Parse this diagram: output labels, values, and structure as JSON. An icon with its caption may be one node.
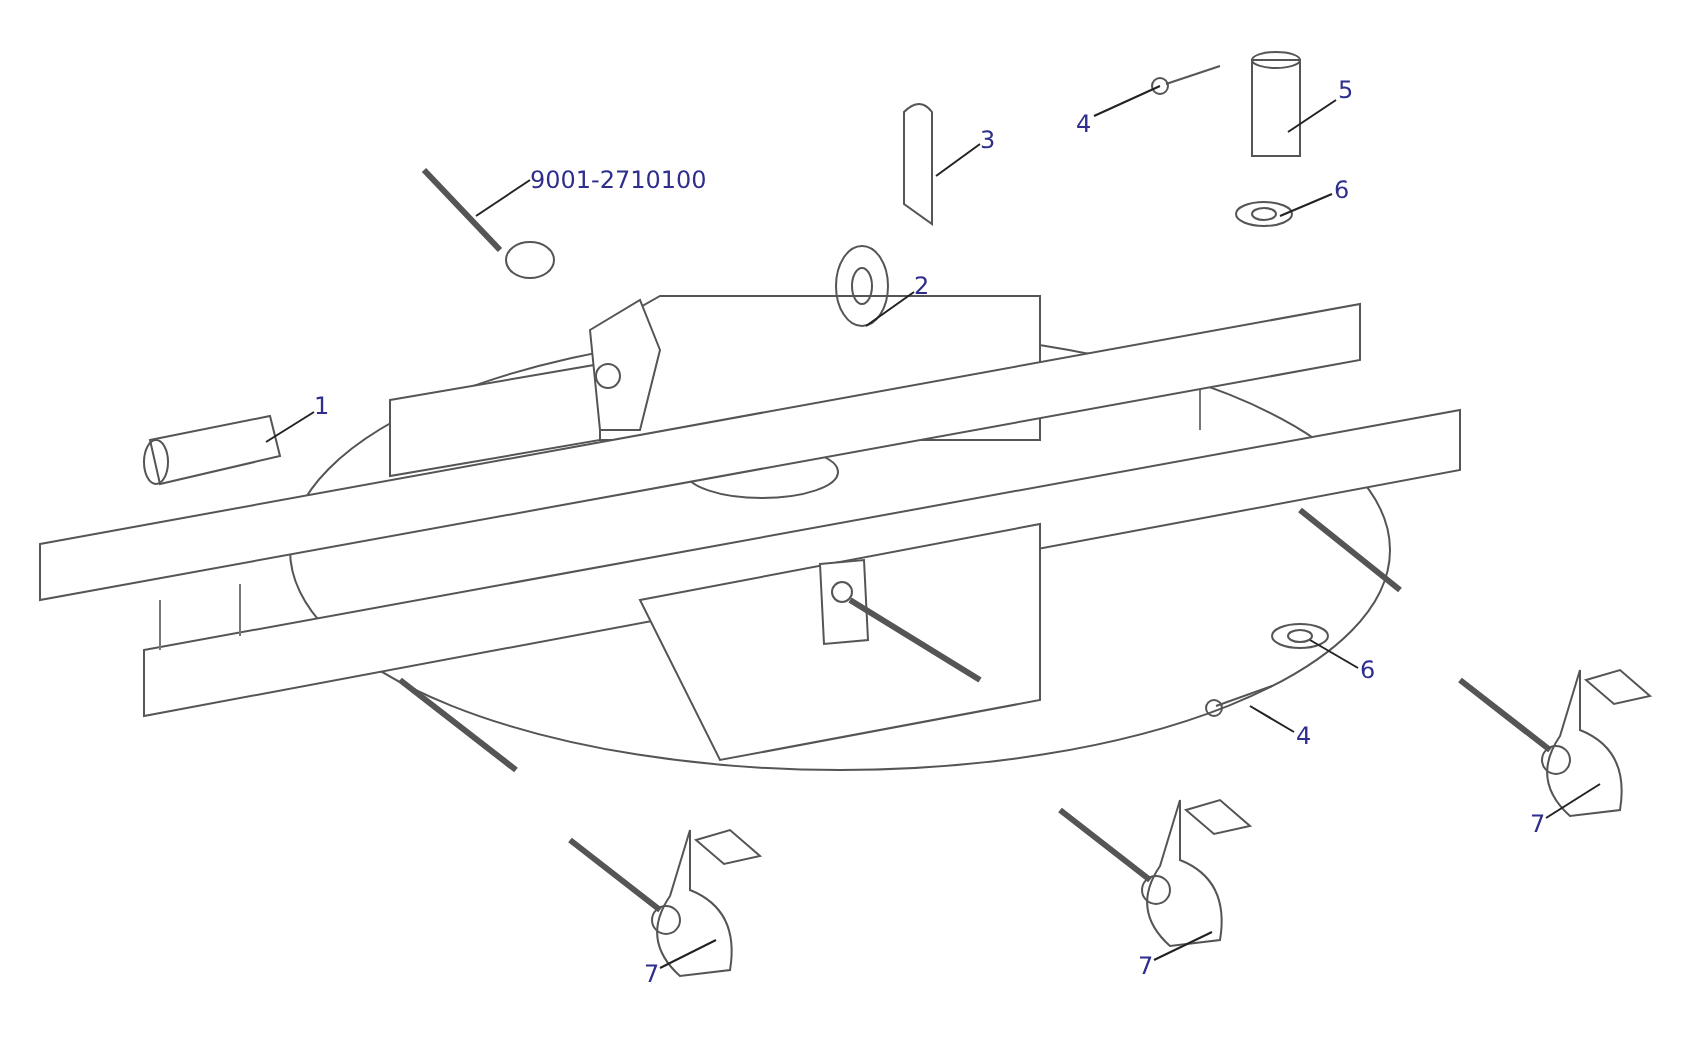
{
  "diagram": {
    "nodes": [
      {
        "text": [
          "5"
        ]
      },
      {
        "text": [
          "4"
        ]
      },
      {
        "text": [
          "3"
        ]
      },
      {
        "text": [
          "6"
        ]
      },
      {
        "text": [
          "9001-2710100"
        ]
      },
      {
        "text": [
          "2"
        ]
      },
      {
        "text": [
          "1"
        ]
      },
      {
        "text": [
          "6"
        ]
      },
      {
        "text": [
          "4"
        ]
      },
      {
        "text": [
          "7"
        ]
      },
      {
        "text": [
          "7"
        ]
      },
      {
        "text": [
          "7"
        ]
      }
    ],
    "edges": [
      {
        "from": 0,
        "to": null,
        "arrow": "none"
      },
      {
        "from": 1,
        "to": null,
        "arrow": "none"
      },
      {
        "from": 2,
        "to": null,
        "arrow": "none"
      },
      {
        "from": 3,
        "to": null,
        "arrow": "none"
      },
      {
        "from": 4,
        "to": null,
        "arrow": "none"
      },
      {
        "from": 5,
        "to": null,
        "arrow": "none"
      },
      {
        "from": 6,
        "to": null,
        "arrow": "none"
      },
      {
        "from": 7,
        "to": null,
        "arrow": "none"
      },
      {
        "from": 8,
        "to": null,
        "arrow": "none"
      },
      {
        "from": 9,
        "to": null,
        "arrow": "none"
      },
      {
        "from": 10,
        "to": null,
        "arrow": "none"
      },
      {
        "from": 11,
        "to": null,
        "arrow": "none"
      }
    ]
  }
}
